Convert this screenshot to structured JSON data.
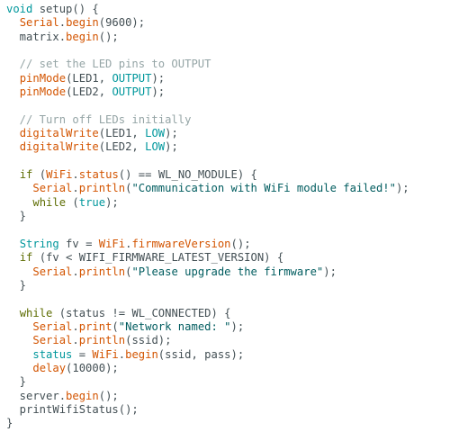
{
  "editor": {
    "colors": {
      "plain": "#434f54",
      "type": "#00979c",
      "function": "#d35400",
      "constant": "#00979c",
      "keyword": "#5e6d03",
      "comment": "#95a5a6",
      "string": "#005c5f",
      "background": "#ffffff"
    },
    "lines": [
      [
        [
          "type",
          "void"
        ],
        [
          "plain",
          " setup() {"
        ]
      ],
      [
        [
          "plain",
          "  "
        ],
        [
          "func",
          "Serial"
        ],
        [
          "plain",
          "."
        ],
        [
          "func",
          "begin"
        ],
        [
          "plain",
          "(9600);"
        ]
      ],
      [
        [
          "plain",
          "  matrix."
        ],
        [
          "func",
          "begin"
        ],
        [
          "plain",
          "();"
        ]
      ],
      [],
      [
        [
          "comment",
          "  // set the LED pins to OUTPUT"
        ]
      ],
      [
        [
          "plain",
          "  "
        ],
        [
          "func",
          "pinMode"
        ],
        [
          "plain",
          "(LED1, "
        ],
        [
          "const",
          "OUTPUT"
        ],
        [
          "plain",
          ");"
        ]
      ],
      [
        [
          "plain",
          "  "
        ],
        [
          "func",
          "pinMode"
        ],
        [
          "plain",
          "(LED2, "
        ],
        [
          "const",
          "OUTPUT"
        ],
        [
          "plain",
          ");"
        ]
      ],
      [],
      [
        [
          "comment",
          "  // Turn off LEDs initially"
        ]
      ],
      [
        [
          "plain",
          "  "
        ],
        [
          "func",
          "digitalWrite"
        ],
        [
          "plain",
          "(LED1, "
        ],
        [
          "const",
          "LOW"
        ],
        [
          "plain",
          ");"
        ]
      ],
      [
        [
          "plain",
          "  "
        ],
        [
          "func",
          "digitalWrite"
        ],
        [
          "plain",
          "(LED2, "
        ],
        [
          "const",
          "LOW"
        ],
        [
          "plain",
          ");"
        ]
      ],
      [],
      [
        [
          "plain",
          "  "
        ],
        [
          "keyword",
          "if"
        ],
        [
          "plain",
          " ("
        ],
        [
          "func",
          "WiFi"
        ],
        [
          "plain",
          "."
        ],
        [
          "func",
          "status"
        ],
        [
          "plain",
          "() == WL_NO_MODULE) {"
        ]
      ],
      [
        [
          "plain",
          "    "
        ],
        [
          "func",
          "Serial"
        ],
        [
          "plain",
          "."
        ],
        [
          "func",
          "println"
        ],
        [
          "plain",
          "("
        ],
        [
          "string",
          "\"Communication with WiFi module failed!\""
        ],
        [
          "plain",
          ");"
        ]
      ],
      [
        [
          "plain",
          "    "
        ],
        [
          "keyword",
          "while"
        ],
        [
          "plain",
          " ("
        ],
        [
          "const",
          "true"
        ],
        [
          "plain",
          ");"
        ]
      ],
      [
        [
          "plain",
          "  }"
        ]
      ],
      [],
      [
        [
          "plain",
          "  "
        ],
        [
          "type",
          "String"
        ],
        [
          "plain",
          " fv = "
        ],
        [
          "func",
          "WiFi"
        ],
        [
          "plain",
          "."
        ],
        [
          "func",
          "firmwareVersion"
        ],
        [
          "plain",
          "();"
        ]
      ],
      [
        [
          "plain",
          "  "
        ],
        [
          "keyword",
          "if"
        ],
        [
          "plain",
          " (fv < WIFI_FIRMWARE_LATEST_VERSION) {"
        ]
      ],
      [
        [
          "plain",
          "    "
        ],
        [
          "func",
          "Serial"
        ],
        [
          "plain",
          "."
        ],
        [
          "func",
          "println"
        ],
        [
          "plain",
          "("
        ],
        [
          "string",
          "\"Please upgrade the firmware\""
        ],
        [
          "plain",
          ");"
        ]
      ],
      [
        [
          "plain",
          "  }"
        ]
      ],
      [],
      [
        [
          "plain",
          "  "
        ],
        [
          "keyword",
          "while"
        ],
        [
          "plain",
          " ("
        ],
        [
          "tok",
          "status"
        ],
        [
          "plain",
          " != WL_CONNECTED) {"
        ]
      ],
      [
        [
          "plain",
          "    "
        ],
        [
          "func",
          "Serial"
        ],
        [
          "plain",
          "."
        ],
        [
          "func",
          "print"
        ],
        [
          "plain",
          "("
        ],
        [
          "string",
          "\"Network named: \""
        ],
        [
          "plain",
          ");"
        ]
      ],
      [
        [
          "plain",
          "    "
        ],
        [
          "func",
          "Serial"
        ],
        [
          "plain",
          "."
        ],
        [
          "func",
          "println"
        ],
        [
          "plain",
          "(ssid);"
        ]
      ],
      [
        [
          "plain",
          "    "
        ],
        [
          "const",
          "status"
        ],
        [
          "plain",
          " = "
        ],
        [
          "func",
          "WiFi"
        ],
        [
          "plain",
          "."
        ],
        [
          "func",
          "begin"
        ],
        [
          "plain",
          "(ssid, pass);"
        ]
      ],
      [
        [
          "plain",
          "    "
        ],
        [
          "func",
          "delay"
        ],
        [
          "plain",
          "(10000);"
        ]
      ],
      [
        [
          "plain",
          "  }"
        ]
      ],
      [
        [
          "plain",
          "  server."
        ],
        [
          "func",
          "begin"
        ],
        [
          "plain",
          "();"
        ]
      ],
      [
        [
          "plain",
          "  printWifiStatus();"
        ]
      ],
      [
        [
          "plain",
          "}"
        ]
      ]
    ]
  }
}
